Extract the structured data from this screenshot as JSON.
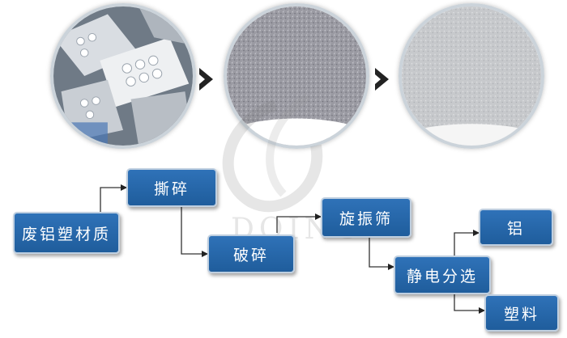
{
  "process": {
    "input_material": "废铝塑材质",
    "step_shred": "撕碎",
    "step_crush": "破碎",
    "step_sieve": "旋振筛",
    "step_electrostatic": "静电分选",
    "output_aluminum": "铝",
    "output_plastic": "塑料"
  },
  "photos": {
    "photo_1": "blister-pack-scrap",
    "photo_2": "crushed-gray-powder",
    "photo_3": "fine-white-powder"
  },
  "watermark": {
    "text": "DOING"
  },
  "colors": {
    "box_fill": "#2566aa",
    "box_border": "#bfcfe0",
    "line": "#333333"
  }
}
